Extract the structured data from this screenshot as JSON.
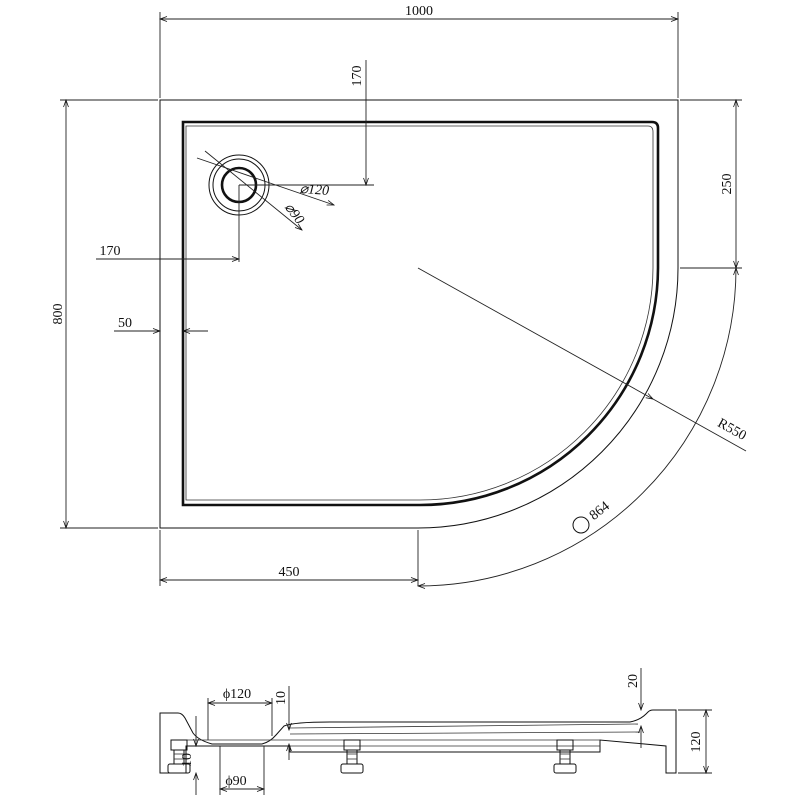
{
  "plan_view": {
    "dims": {
      "width": "1000",
      "depth": "800",
      "drain_offset_top": "170",
      "drain_offset_left": "170",
      "rim_width": "50",
      "straight_side": "250",
      "straight_front": "450",
      "radius": "R550",
      "arc_length": "864",
      "drain_outer_dia": "⌀120",
      "drain_inner_dia": "⌀90"
    }
  },
  "side_view": {
    "dims": {
      "drain_outer_dia": "ϕ120",
      "drain_inner_dia": "ϕ90",
      "drain_depth": "10",
      "foot_height": "10",
      "rim_height": "20",
      "total_height": "120"
    }
  },
  "colors": {
    "ink": "#111111",
    "paper": "#ffffff"
  }
}
